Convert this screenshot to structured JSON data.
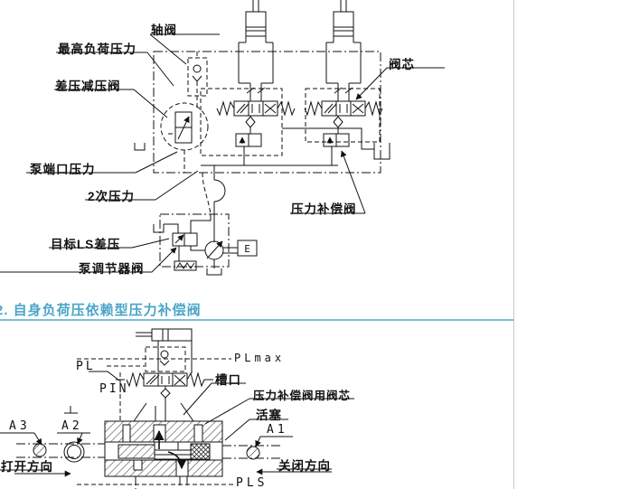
{
  "colors": {
    "background": "#ffffff",
    "line": "#111111",
    "heading_text": "#4aa5c8",
    "heading_rule": "#7fbdd7",
    "page_border": "#c8c8c8"
  },
  "section_heading": {
    "text": "2. 自身负荷压依赖型压力补偿阀"
  },
  "upper_diagram": {
    "labels": {
      "axis_valve": "轴阀",
      "max_load_pressure": "最高负荷压力",
      "diff_pressure_reducing_valve": "差压减压阀",
      "pump_port_pressure": "泵端口压力",
      "secondary_pressure": "2次压力",
      "valve_spool": "阀芯",
      "pressure_comp_valve": "压力补偿阀",
      "target_ls_diff_pressure": "目标LS差压",
      "pump_regulator_valve": "泵调节器阀",
      "engine": "E"
    }
  },
  "lower_diagram": {
    "labels": {
      "pl": "PL",
      "plmax": "PLmax",
      "pin": "PIN",
      "notch": "槽口",
      "comp_valve_spool": "压力补偿阀用阀芯",
      "piston": "活塞",
      "a3": "A3",
      "a2": "A2",
      "a1": "A1",
      "open_direction": "打开方向",
      "close_direction": "关闭方向",
      "pls": "PLS"
    }
  }
}
